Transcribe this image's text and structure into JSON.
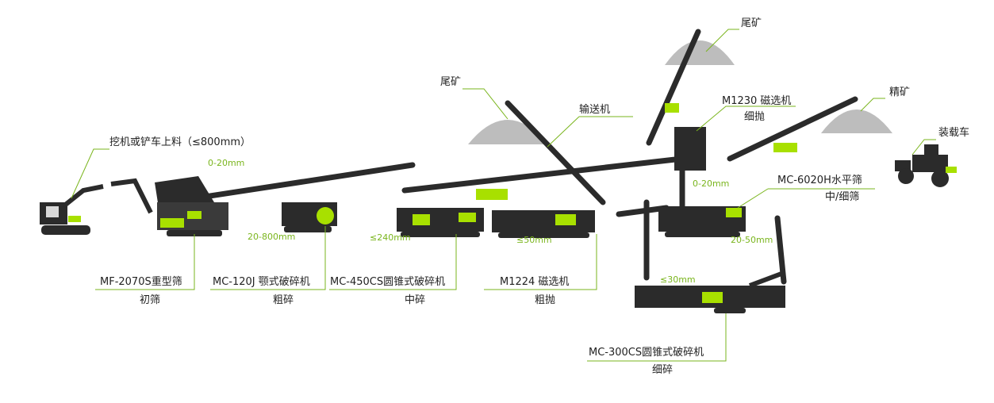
{
  "colors": {
    "accent": "#7ab51d",
    "machine_green": "#a8e000",
    "machine_dark": "#2b2b2b",
    "pile": "#bdbdbd"
  },
  "labels": {
    "loader_feed": "挖机或铲车上料（≤800mm）",
    "tailings_1": "尾矿",
    "conveyor": "输送机",
    "tailings_2": "尾矿",
    "m1230_model": "M1230 磁选机",
    "m1230_role": "细抛",
    "concentrate": "精矿",
    "wheel_loader": "装载车",
    "mf2070s_model": "MF-2070S重型筛",
    "mf2070s_role": "初筛",
    "mc120j_model": "MC-120J 颚式破碎机",
    "mc120j_role": "粗碎",
    "mc450cs_model": "MC-450CS圆锥式破碎机",
    "mc450cs_role": "中碎",
    "m1224_model": "M1224 磁选机",
    "m1224_role": "粗抛",
    "mc6020h_model": "MC-6020H水平筛",
    "mc6020h_role": "中/细筛",
    "mc300cs_model": "MC-300CS圆锥式破碎机",
    "mc300cs_role": "细碎"
  },
  "sizes": {
    "s_0_20_top": "0-20mm",
    "s_20_800": "20-800mm",
    "s_le240": "≤240mm",
    "s_le50": "≤50mm",
    "s_0_20_right": "0-20mm",
    "s_20_50": "20-50mm",
    "s_le30": "≤30mm"
  }
}
